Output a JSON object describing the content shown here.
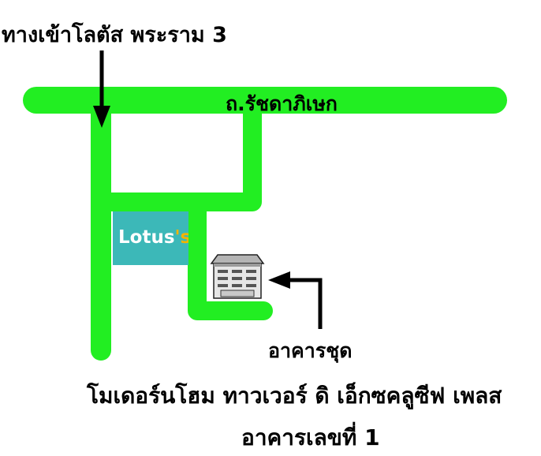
{
  "labels": {
    "entrance": "ทางเข้าโลตัส พระราม 3",
    "main_road": "ถ.รัชดาภิเษก",
    "building_pointer": "อาคารชุด",
    "project_name": "โมเดอร์นโฮม ทาวเวอร์ ดิ เอ็กซคลูซีฟ เพลส",
    "building_number": "อาคารเลขที่ 1"
  },
  "store_logo": {
    "text_main": "Lotus",
    "text_suffix": "'s",
    "background": "#3cb8b8",
    "accent": "#f3b400"
  },
  "colors": {
    "road": "#22ee22",
    "arrow": "#000000"
  },
  "icons": {
    "building": "apartment-building-icon",
    "entrance_arrow": "arrow-down-icon",
    "pointer_arrow": "arrow-left-icon"
  }
}
